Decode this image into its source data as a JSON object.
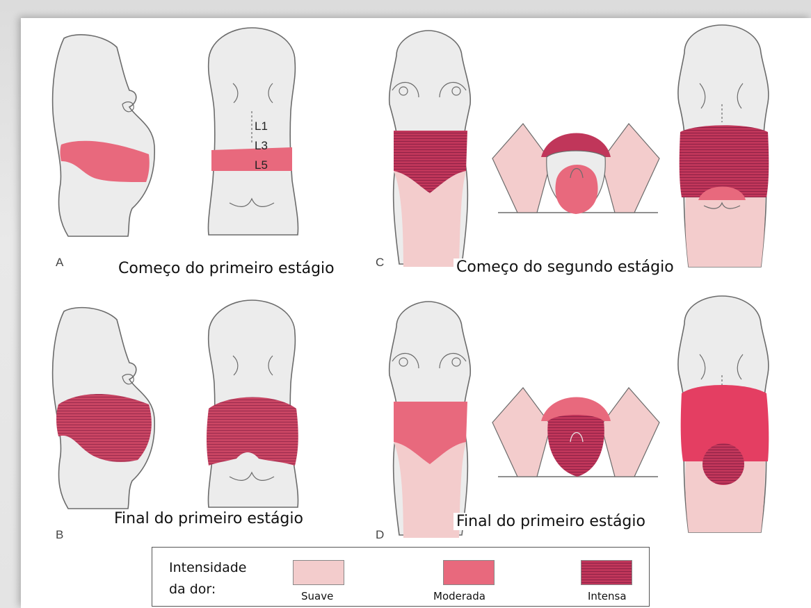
{
  "colors": {
    "skin": "#ececec",
    "outline": "#6b6b6b",
    "mild": "#f3cccc",
    "moderate": "#e8697d",
    "intense": "#c0365a",
    "stripe": "#8e2146"
  },
  "panels": {
    "a": {
      "letter": "A",
      "caption": "Começo do primeiro estágio"
    },
    "b": {
      "letter": "B",
      "caption": "Final do primeiro estágio"
    },
    "c": {
      "letter": "C",
      "caption": "Começo do segundo estágio"
    },
    "d": {
      "letter": "D",
      "caption": "Final do primeiro estágio"
    }
  },
  "vertebrae": [
    "L1",
    "L3",
    "L5"
  ],
  "legend": {
    "title_line1": "Intensidade",
    "title_line2": "da dor:",
    "items": [
      {
        "label": "Suave",
        "level": "mild"
      },
      {
        "label": "Moderada",
        "level": "moderate"
      },
      {
        "label": "Intensa",
        "level": "intense"
      }
    ]
  }
}
